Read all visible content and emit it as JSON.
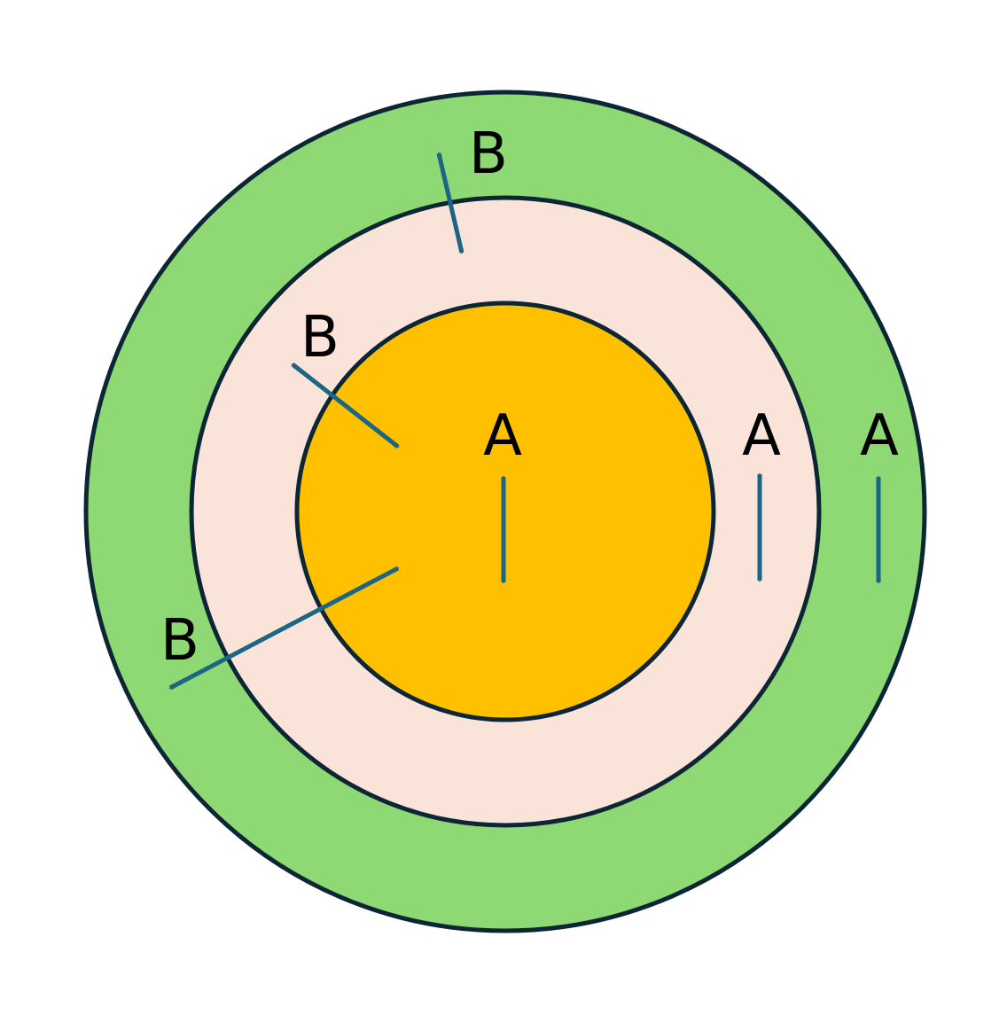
{
  "colors": {
    "background": "#ffffff",
    "outline": "#0d2636",
    "outer_ring": "#8ed974",
    "middle_ring": "#fae3d9",
    "core": "#ffc000",
    "arrow": "#1b6585"
  },
  "regions": [
    {
      "name": "outer-ring",
      "fill_key": "outer_ring"
    },
    {
      "name": "middle-ring",
      "fill_key": "middle_ring"
    },
    {
      "name": "core",
      "fill_key": "core"
    }
  ],
  "labels": {
    "core_center": "A",
    "middle_ring_right": "A",
    "outer_ring_right": "A",
    "boundary_top": "B",
    "boundary_upper_left": "B",
    "boundary_lower_left": "B"
  },
  "arrows": [
    {
      "name": "arrow-core-vertical",
      "kind": "within-region",
      "region": "core"
    },
    {
      "name": "arrow-middle-ring-vertical",
      "kind": "within-region",
      "region": "middle-ring"
    },
    {
      "name": "arrow-outer-ring-vertical",
      "kind": "within-region",
      "region": "outer-ring"
    },
    {
      "name": "arrow-top-crossing",
      "kind": "across-boundary",
      "from": "outer-ring",
      "to": "middle-ring"
    },
    {
      "name": "arrow-upper-left-crossing",
      "kind": "across-boundary",
      "from": "middle-ring",
      "to": "core"
    },
    {
      "name": "arrow-lower-left-crossing",
      "kind": "across-boundary",
      "from": "outer-ring",
      "to": "core"
    }
  ]
}
